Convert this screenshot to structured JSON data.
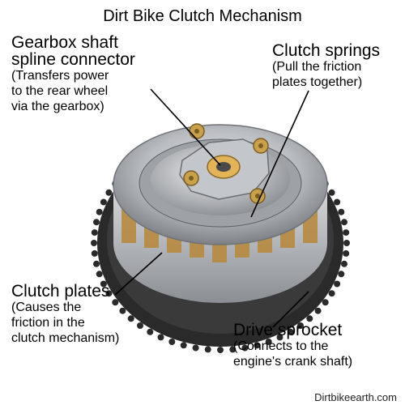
{
  "title": "Dirt Bike Clutch Mechanism",
  "callouts": {
    "gearbox": {
      "heading": "Gearbox shaft\nspline connector",
      "description": "(Transfers power\nto the rear wheel\nvia the gearbox)"
    },
    "springs": {
      "heading": "Clutch springs",
      "description": "(Pull the friction\nplates together)"
    },
    "plates": {
      "heading": "Clutch plates",
      "description": "(Causes the\nfriction in the\nclutch mechanism)"
    },
    "sprocket": {
      "heading": "Drive sprocket",
      "description": "(Connects to the\nengine's crank shaft)"
    }
  },
  "credit": "Dirtbikeearth.com",
  "colors": {
    "background": "#ffffff",
    "sprocket_teeth": "#2a2a2a",
    "drum_metal": "#b9bcc0",
    "friction_plate": "#b7893f",
    "bolt": "#c9a14a",
    "leader_line": "#000000"
  }
}
